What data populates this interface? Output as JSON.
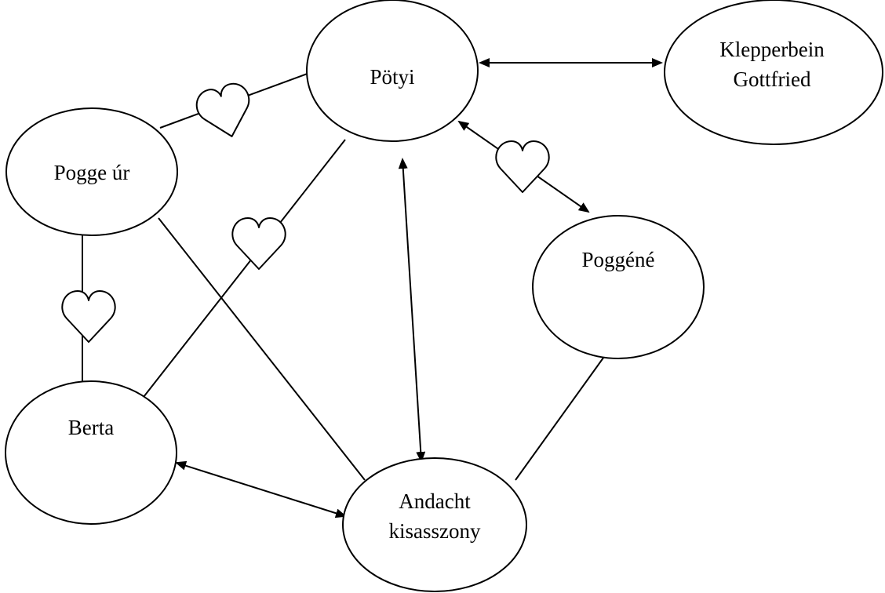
{
  "nodes": {
    "potyi": {
      "label": "Pötyi"
    },
    "klepperbein": {
      "label_line1": "Klepperbein",
      "label_line2": "Gottfried"
    },
    "pogge_ur": {
      "label": "Pogge úr"
    },
    "poggene": {
      "label": "Poggéné"
    },
    "berta": {
      "label": "Berta"
    },
    "andacht": {
      "label_line1": "Andacht",
      "label_line2": "kisasszony"
    }
  },
  "edges": [
    {
      "from": "Pötyi",
      "to": "Klepperbein Gottfried",
      "kind": "bidirectional-arrow"
    },
    {
      "from": "Pötyi",
      "to": "Pogge úr",
      "kind": "love"
    },
    {
      "from": "Pötyi",
      "to": "Berta",
      "kind": "love"
    },
    {
      "from": "Pötyi",
      "to": "Poggéné",
      "kind": "love-bidirectional-arrow"
    },
    {
      "from": "Pötyi",
      "to": "Andacht kisasszony",
      "kind": "bidirectional-arrow"
    },
    {
      "from": "Pogge úr",
      "to": "Berta",
      "kind": "love"
    },
    {
      "from": "Pogge úr",
      "to": "Andacht kisasszony",
      "kind": "line"
    },
    {
      "from": "Berta",
      "to": "Andacht kisasszony",
      "kind": "bidirectional-arrow"
    },
    {
      "from": "Poggéné",
      "to": "Andacht kisasszony",
      "kind": "line"
    }
  ],
  "icons": {
    "relation_marker": "heart-icon"
  },
  "colors": {
    "stroke": "#000000",
    "fill": "#ffffff"
  }
}
